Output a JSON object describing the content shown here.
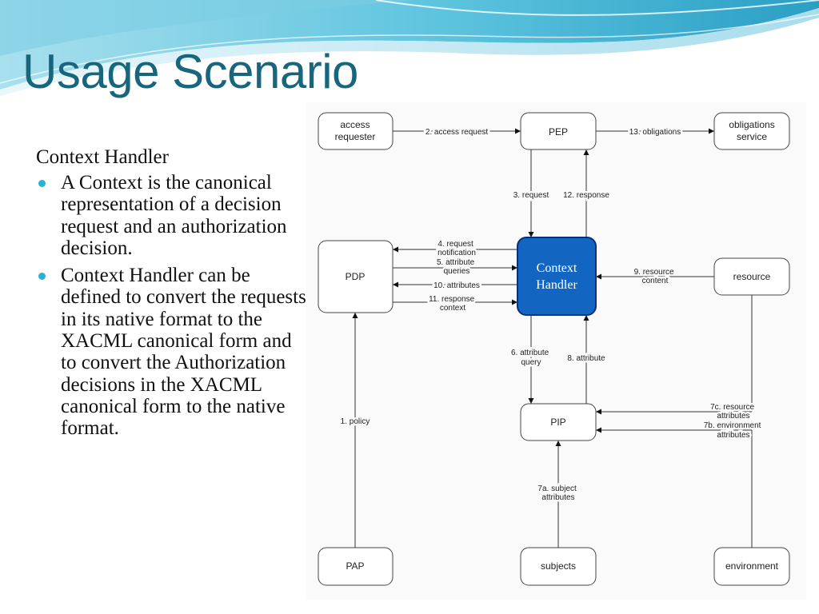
{
  "slide": {
    "title": "Usage Scenario",
    "heading": "Context Handler",
    "bullets": [
      "A Context is the canonical representation of a decision request and an authorization decision.",
      "Context Handler can be defined to convert the requests in its native format to the XACML canonical form and to convert the Authorization decisions in the XACML canonical form to the native format."
    ]
  },
  "colors": {
    "title": "#17667e",
    "bullet": "#29b3d3",
    "context_handler_fill": "#1266c2",
    "wave_dark": "#2ba3c6",
    "wave_light": "#bfe8f3"
  },
  "diagram": {
    "nodes": {
      "access_requester": [
        "access",
        "requester"
      ],
      "pep": [
        "PEP"
      ],
      "obligations_service": [
        "obligations",
        "service"
      ],
      "pdp": [
        "PDP"
      ],
      "context_handler": [
        "Context",
        "Handler"
      ],
      "resource": [
        "resource"
      ],
      "pip": [
        "PIP"
      ],
      "pap": [
        "PAP"
      ],
      "subjects": [
        "subjects"
      ],
      "environment": [
        "environment"
      ]
    },
    "edges": {
      "e2": [
        "2. access request"
      ],
      "e13": [
        "13. obligations"
      ],
      "e3": [
        "3. request"
      ],
      "e12": [
        "12. response"
      ],
      "e4": [
        "4. request",
        "notification"
      ],
      "e5": [
        "5. attribute",
        "queries"
      ],
      "e10": [
        "10. attributes"
      ],
      "e11": [
        "11. response",
        "context"
      ],
      "e9": [
        "9. resource",
        "content"
      ],
      "e6": [
        "6. attribute",
        "query"
      ],
      "e8": [
        "8. attribute"
      ],
      "e1": [
        "1. policy"
      ],
      "e7c": [
        "7c. resource",
        "attributes"
      ],
      "e7b": [
        "7b. environment",
        "attributes"
      ],
      "e7a": [
        "7a. subject",
        "attributes"
      ]
    }
  }
}
